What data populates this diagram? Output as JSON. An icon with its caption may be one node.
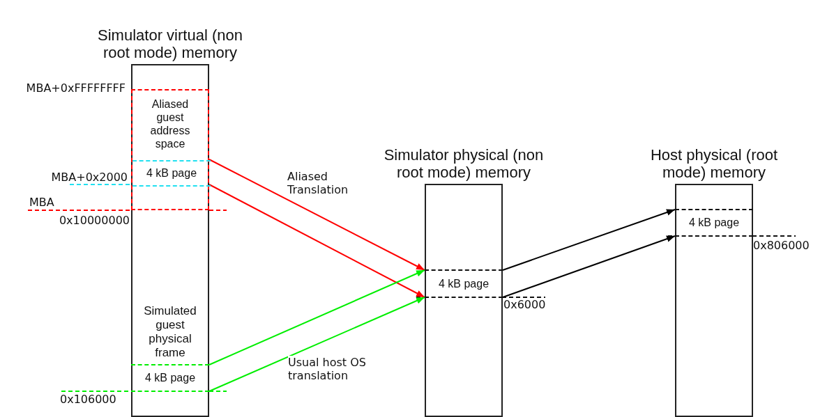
{
  "diagram": {
    "nodes": [
      {
        "text": [
          "Simulator virtual (non root mode) memory"
        ]
      },
      {
        "text": [
          "Aliased guest address space"
        ],
        "in": 0,
        "beside": [
          "MBA+0xFFFFFFFF"
        ]
      },
      {
        "text": [
          "4 kB page"
        ],
        "in": 1,
        "beside": [
          "MBA+0x2000"
        ]
      },
      {
        "text": [
          "4 kB page"
        ],
        "in": 0,
        "beside": [
          "0x106000"
        ]
      },
      {
        "text": [
          "Simulator physical (non root mode) memory"
        ]
      },
      {
        "text": [
          "4 kB page"
        ],
        "in": 4,
        "beside": [
          "0x6000"
        ]
      },
      {
        "text": [
          "Host physical (root mode) memory"
        ]
      },
      {
        "text": [
          "4 kB page"
        ],
        "in": 6,
        "beside": [
          "0x806000"
        ]
      }
    ],
    "edges": [
      {
        "from": 2,
        "to": 5,
        "arrow": "to",
        "color": "#ff0000",
        "label": "Aliased Translation"
      },
      {
        "from": 2,
        "to": 5,
        "arrow": "to",
        "color": "#ff0000"
      },
      {
        "from": 3,
        "to": 5,
        "arrow": "to",
        "color": "#00ee00"
      },
      {
        "from": 3,
        "to": 5,
        "arrow": "to",
        "color": "#00ee00",
        "label": "Usual host OS translation"
      },
      {
        "from": 5,
        "to": 7,
        "arrow": "to",
        "color": "#000000"
      },
      {
        "from": 5,
        "to": 7,
        "arrow": "to",
        "color": "#000000"
      }
    ],
    "labels": [
      "MBA",
      "0x10000000",
      "Simulated guest physical frame"
    ]
  }
}
